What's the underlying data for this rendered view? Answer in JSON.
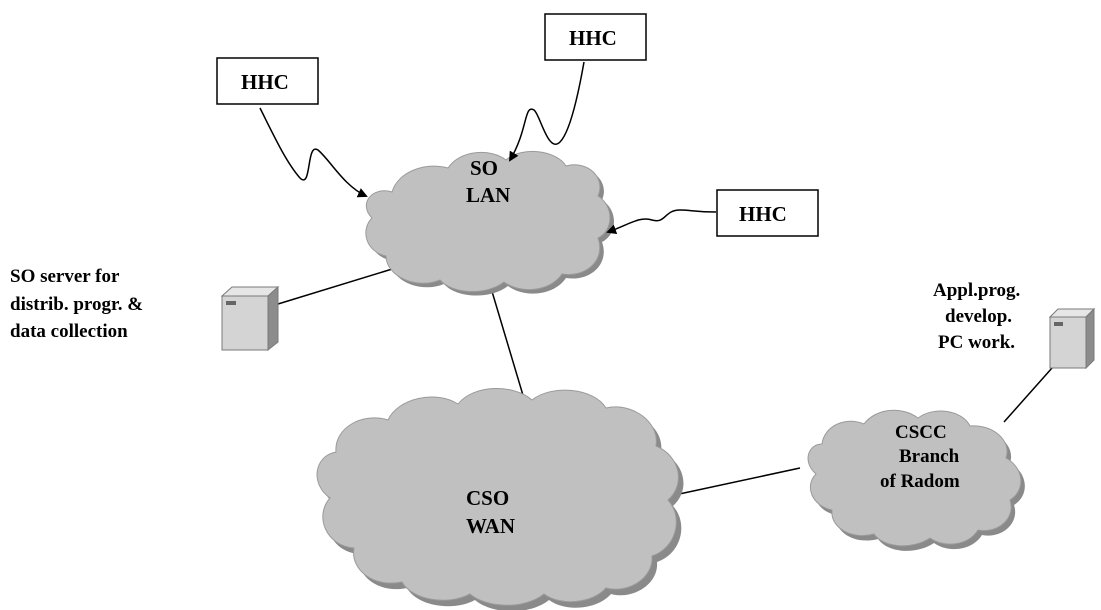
{
  "diagram": {
    "hhc_boxes": [
      {
        "label": "HHC"
      },
      {
        "label": "HHC"
      },
      {
        "label": "HHC"
      }
    ],
    "clouds": {
      "so_lan": {
        "line1": "SO",
        "line2": "LAN"
      },
      "cso_wan": {
        "line1": "CSO",
        "line2": "WAN"
      },
      "cscc": {
        "line1": "CSCC",
        "line2": "Branch",
        "line3": "of Radom"
      }
    },
    "so_server_label": {
      "line1": "SO server for",
      "line2": "distrib.  progr.  &",
      "line3": "data collection"
    },
    "pc_label": {
      "line1": "Appl.prog.",
      "line2": "develop.",
      "line3": "PC work."
    },
    "colors": {
      "cloud_fill": "#c0c0c0",
      "cloud_shadow": "#8a8a8a",
      "server_light": "#d4d4d4",
      "server_dark": "#8c8c8c",
      "line": "#000000"
    }
  }
}
